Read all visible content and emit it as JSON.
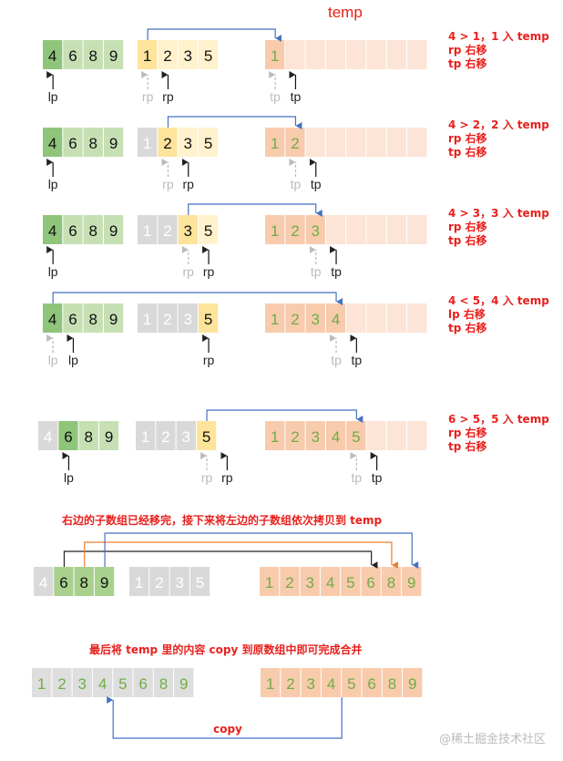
{
  "temp_title": "temp",
  "colors": {
    "left_active": "#8fc57a",
    "left_normal": "#c6e0b4",
    "left_mid": "#a9d18e",
    "right_active": "#fde49a",
    "right_normal": "#fff2cc",
    "done": "#d9d9d9",
    "temp_filled": "#f8cbad",
    "temp_empty": "#fce4d6",
    "green_text": "#70ad47",
    "note_red": "#e8201c",
    "arrow_blue": "#4472c4",
    "arrow_orange": "#ed7d31",
    "arrow_black": "#222222"
  },
  "steps": [
    {
      "left": [
        {
          "v": "4",
          "s": "active"
        },
        {
          "v": "6",
          "s": "normal"
        },
        {
          "v": "8",
          "s": "normal"
        },
        {
          "v": "9",
          "s": "normal"
        }
      ],
      "right": [
        {
          "v": "1",
          "s": "active"
        },
        {
          "v": "2",
          "s": "normal"
        },
        {
          "v": "3",
          "s": "normal"
        },
        {
          "v": "5",
          "s": "normal"
        }
      ],
      "temp": [
        "1"
      ],
      "pointers": [
        {
          "label": "lp",
          "arr": "left",
          "i": 0,
          "ghost": false
        },
        {
          "label": "rp",
          "arr": "right",
          "i": 0,
          "ghost": true
        },
        {
          "label": "rp",
          "arr": "right",
          "i": 1,
          "ghost": false
        },
        {
          "label": "tp",
          "arr": "temp",
          "i": 0,
          "ghost": true
        },
        {
          "label": "tp",
          "arr": "temp",
          "i": 1,
          "ghost": false
        }
      ],
      "arrows": [
        {
          "from": "right",
          "i": 0,
          "to": 0,
          "color": "blue"
        }
      ],
      "note": [
        "4 > 1，1 入 temp",
        "rp 右移",
        "tp 右移"
      ]
    },
    {
      "left": [
        {
          "v": "4",
          "s": "active"
        },
        {
          "v": "6",
          "s": "normal"
        },
        {
          "v": "8",
          "s": "normal"
        },
        {
          "v": "9",
          "s": "normal"
        }
      ],
      "right": [
        {
          "v": "1",
          "s": "done"
        },
        {
          "v": "2",
          "s": "active"
        },
        {
          "v": "3",
          "s": "normal"
        },
        {
          "v": "5",
          "s": "normal"
        }
      ],
      "temp": [
        "1",
        "2"
      ],
      "pointers": [
        {
          "label": "lp",
          "arr": "left",
          "i": 0,
          "ghost": false
        },
        {
          "label": "rp",
          "arr": "right",
          "i": 1,
          "ghost": true
        },
        {
          "label": "rp",
          "arr": "right",
          "i": 2,
          "ghost": false
        },
        {
          "label": "tp",
          "arr": "temp",
          "i": 1,
          "ghost": true
        },
        {
          "label": "tp",
          "arr": "temp",
          "i": 2,
          "ghost": false
        }
      ],
      "arrows": [
        {
          "from": "right",
          "i": 1,
          "to": 1,
          "color": "blue"
        }
      ],
      "note": [
        "4 > 2，2 入 temp",
        "rp 右移",
        "tp 右移"
      ]
    },
    {
      "left": [
        {
          "v": "4",
          "s": "active"
        },
        {
          "v": "6",
          "s": "normal"
        },
        {
          "v": "8",
          "s": "normal"
        },
        {
          "v": "9",
          "s": "normal"
        }
      ],
      "right": [
        {
          "v": "1",
          "s": "done"
        },
        {
          "v": "2",
          "s": "done"
        },
        {
          "v": "3",
          "s": "active"
        },
        {
          "v": "5",
          "s": "normal"
        }
      ],
      "temp": [
        "1",
        "2",
        "3"
      ],
      "pointers": [
        {
          "label": "lp",
          "arr": "left",
          "i": 0,
          "ghost": false
        },
        {
          "label": "rp",
          "arr": "right",
          "i": 2,
          "ghost": true
        },
        {
          "label": "rp",
          "arr": "right",
          "i": 3,
          "ghost": false
        },
        {
          "label": "tp",
          "arr": "temp",
          "i": 2,
          "ghost": true
        },
        {
          "label": "tp",
          "arr": "temp",
          "i": 3,
          "ghost": false
        }
      ],
      "arrows": [
        {
          "from": "right",
          "i": 2,
          "to": 2,
          "color": "blue"
        }
      ],
      "note": [
        "4 > 3，3 入 temp",
        "rp 右移",
        "tp 右移"
      ]
    },
    {
      "left": [
        {
          "v": "4",
          "s": "active"
        },
        {
          "v": "6",
          "s": "normal"
        },
        {
          "v": "8",
          "s": "normal"
        },
        {
          "v": "9",
          "s": "normal"
        }
      ],
      "right": [
        {
          "v": "1",
          "s": "done"
        },
        {
          "v": "2",
          "s": "done"
        },
        {
          "v": "3",
          "s": "done"
        },
        {
          "v": "5",
          "s": "active"
        }
      ],
      "temp": [
        "1",
        "2",
        "3",
        "4"
      ],
      "pointers": [
        {
          "label": "lp",
          "arr": "left",
          "i": 0,
          "ghost": true
        },
        {
          "label": "lp",
          "arr": "left",
          "i": 1,
          "ghost": false
        },
        {
          "label": "rp",
          "arr": "right",
          "i": 3,
          "ghost": false
        },
        {
          "label": "tp",
          "arr": "temp",
          "i": 3,
          "ghost": true
        },
        {
          "label": "tp",
          "arr": "temp",
          "i": 4,
          "ghost": false
        }
      ],
      "arrows": [
        {
          "from": "left",
          "i": 0,
          "to": 3,
          "color": "blue"
        }
      ],
      "note": [
        "4 < 5，4 入 temp",
        "lp 右移",
        "tp 右移"
      ]
    },
    {
      "left": [
        {
          "v": "4",
          "s": "done"
        },
        {
          "v": "6",
          "s": "active"
        },
        {
          "v": "8",
          "s": "normal"
        },
        {
          "v": "9",
          "s": "normal"
        }
      ],
      "right": [
        {
          "v": "1",
          "s": "done"
        },
        {
          "v": "2",
          "s": "done"
        },
        {
          "v": "3",
          "s": "done"
        },
        {
          "v": "5",
          "s": "active"
        }
      ],
      "temp": [
        "1",
        "2",
        "3",
        "4",
        "5"
      ],
      "pointers": [
        {
          "label": "lp",
          "arr": "left",
          "i": 1,
          "ghost": false
        },
        {
          "label": "rp",
          "arr": "right",
          "i": 3,
          "ghost": true
        },
        {
          "label": "rp",
          "arr": "right",
          "i": 4,
          "ghost": false
        },
        {
          "label": "tp",
          "arr": "temp",
          "i": 4,
          "ghost": true
        },
        {
          "label": "tp",
          "arr": "temp",
          "i": 5,
          "ghost": false
        }
      ],
      "arrows": [
        {
          "from": "right",
          "i": 3,
          "to": 4,
          "color": "blue"
        }
      ],
      "note": [
        "6 > 5，5 入 temp",
        "rp 右移",
        "tp 右移"
      ]
    }
  ],
  "copy_left_caption": "右边的子数组已经移完，接下来将左边的子数组依次拷贝到 temp",
  "copy_left": {
    "left": [
      {
        "v": "4",
        "s": "done"
      },
      {
        "v": "6",
        "s": "mid"
      },
      {
        "v": "8",
        "s": "mid"
      },
      {
        "v": "9",
        "s": "mid"
      }
    ],
    "right": [
      {
        "v": "1",
        "s": "done"
      },
      {
        "v": "2",
        "s": "done"
      },
      {
        "v": "3",
        "s": "done"
      },
      {
        "v": "5",
        "s": "done"
      }
    ],
    "temp": [
      "1",
      "2",
      "3",
      "4",
      "5",
      "6",
      "8",
      "9"
    ],
    "arrows": [
      {
        "from": "left",
        "i": 1,
        "to": 5,
        "color": "black"
      },
      {
        "from": "left",
        "i": 2,
        "to": 6,
        "color": "orange"
      },
      {
        "from": "left",
        "i": 3,
        "to": 7,
        "color": "blue"
      }
    ]
  },
  "final_caption": "最后将 temp 里的内容 copy 到原数组中即可完成合并",
  "final": {
    "original": [
      "1",
      "2",
      "3",
      "4",
      "5",
      "6",
      "8",
      "9"
    ],
    "temp": [
      "1",
      "2",
      "3",
      "4",
      "5",
      "6",
      "8",
      "9"
    ],
    "copy_label": "copy"
  },
  "watermark": "@稀土掘金技术社区"
}
